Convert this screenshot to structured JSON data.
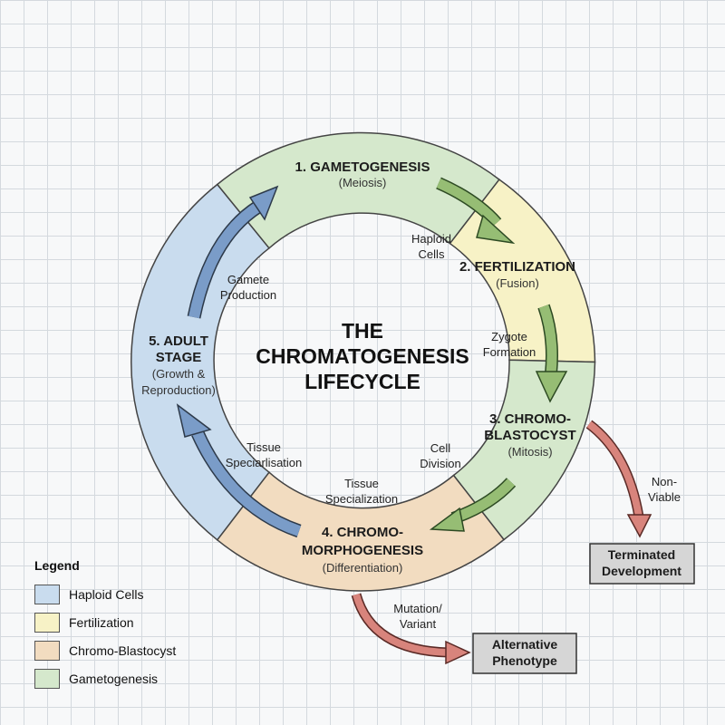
{
  "title": {
    "line1": "THE",
    "line2": "CHROMATOGENESIS",
    "line3": "LIFECYCLE"
  },
  "stages": {
    "s1": {
      "name": "1. GAMETOGENESIS",
      "sub": "(Meiosis)"
    },
    "s2": {
      "name": "2. FERTILIZATION",
      "sub": "(Fusion)"
    },
    "s3": {
      "line1": "3. CHROMO-",
      "line2": "BLASTOCYST",
      "sub": "(Mitosis)"
    },
    "s4": {
      "line1": "4. CHROMO-",
      "line2": "MORPHOGENESIS",
      "sub": "(Differentiation)"
    },
    "s5": {
      "line1": "5. ADULT",
      "line2": "STAGE",
      "sub1": "(Growth &",
      "sub2": "Reproduction)"
    }
  },
  "transitions": {
    "haploid": {
      "line1": "Haploid",
      "line2": "Cells"
    },
    "zygote": {
      "line1": "Zygote",
      "line2": "Formation"
    },
    "cell_division": {
      "line1": "Cell",
      "line2": "Division"
    },
    "tissue_spec": {
      "line1": "Tissue",
      "line2": "Specialization"
    },
    "tissue_spec_alt": {
      "line1": "Tissue",
      "line2": "Speciarlisation"
    },
    "gamete": {
      "line1": "Gamete",
      "line2": "Production"
    }
  },
  "branches": {
    "nonviable": {
      "line1": "Non-",
      "line2": "Viable"
    },
    "terminated": {
      "line1": "Terminated",
      "line2": "Development"
    },
    "mutation": {
      "line1": "Mutation/",
      "line2": "Variant"
    },
    "alternative": {
      "line1": "Alternative",
      "line2": "Phenotype"
    }
  },
  "legend": {
    "title": "Legend",
    "items": [
      {
        "label": "Haploid Cells",
        "color": "#c9dcee"
      },
      {
        "label": "Fertilization",
        "color": "#f7f2c6"
      },
      {
        "label": "Chromo-Blastocyst",
        "color": "#f2dcc0"
      },
      {
        "label": "Gametogenesis",
        "color": "#d5e8cc"
      }
    ]
  },
  "colors": {
    "ring_blue": "#c9dcee",
    "ring_green": "#d5e8cc",
    "ring_yellow": "#f7f2c6",
    "ring_peach": "#f2dcc0",
    "arrow_blue": "#7a9cc8",
    "arrow_green": "#96bd74",
    "arrow_red": "#d8847c",
    "box_gray": "#d6d6d6"
  }
}
